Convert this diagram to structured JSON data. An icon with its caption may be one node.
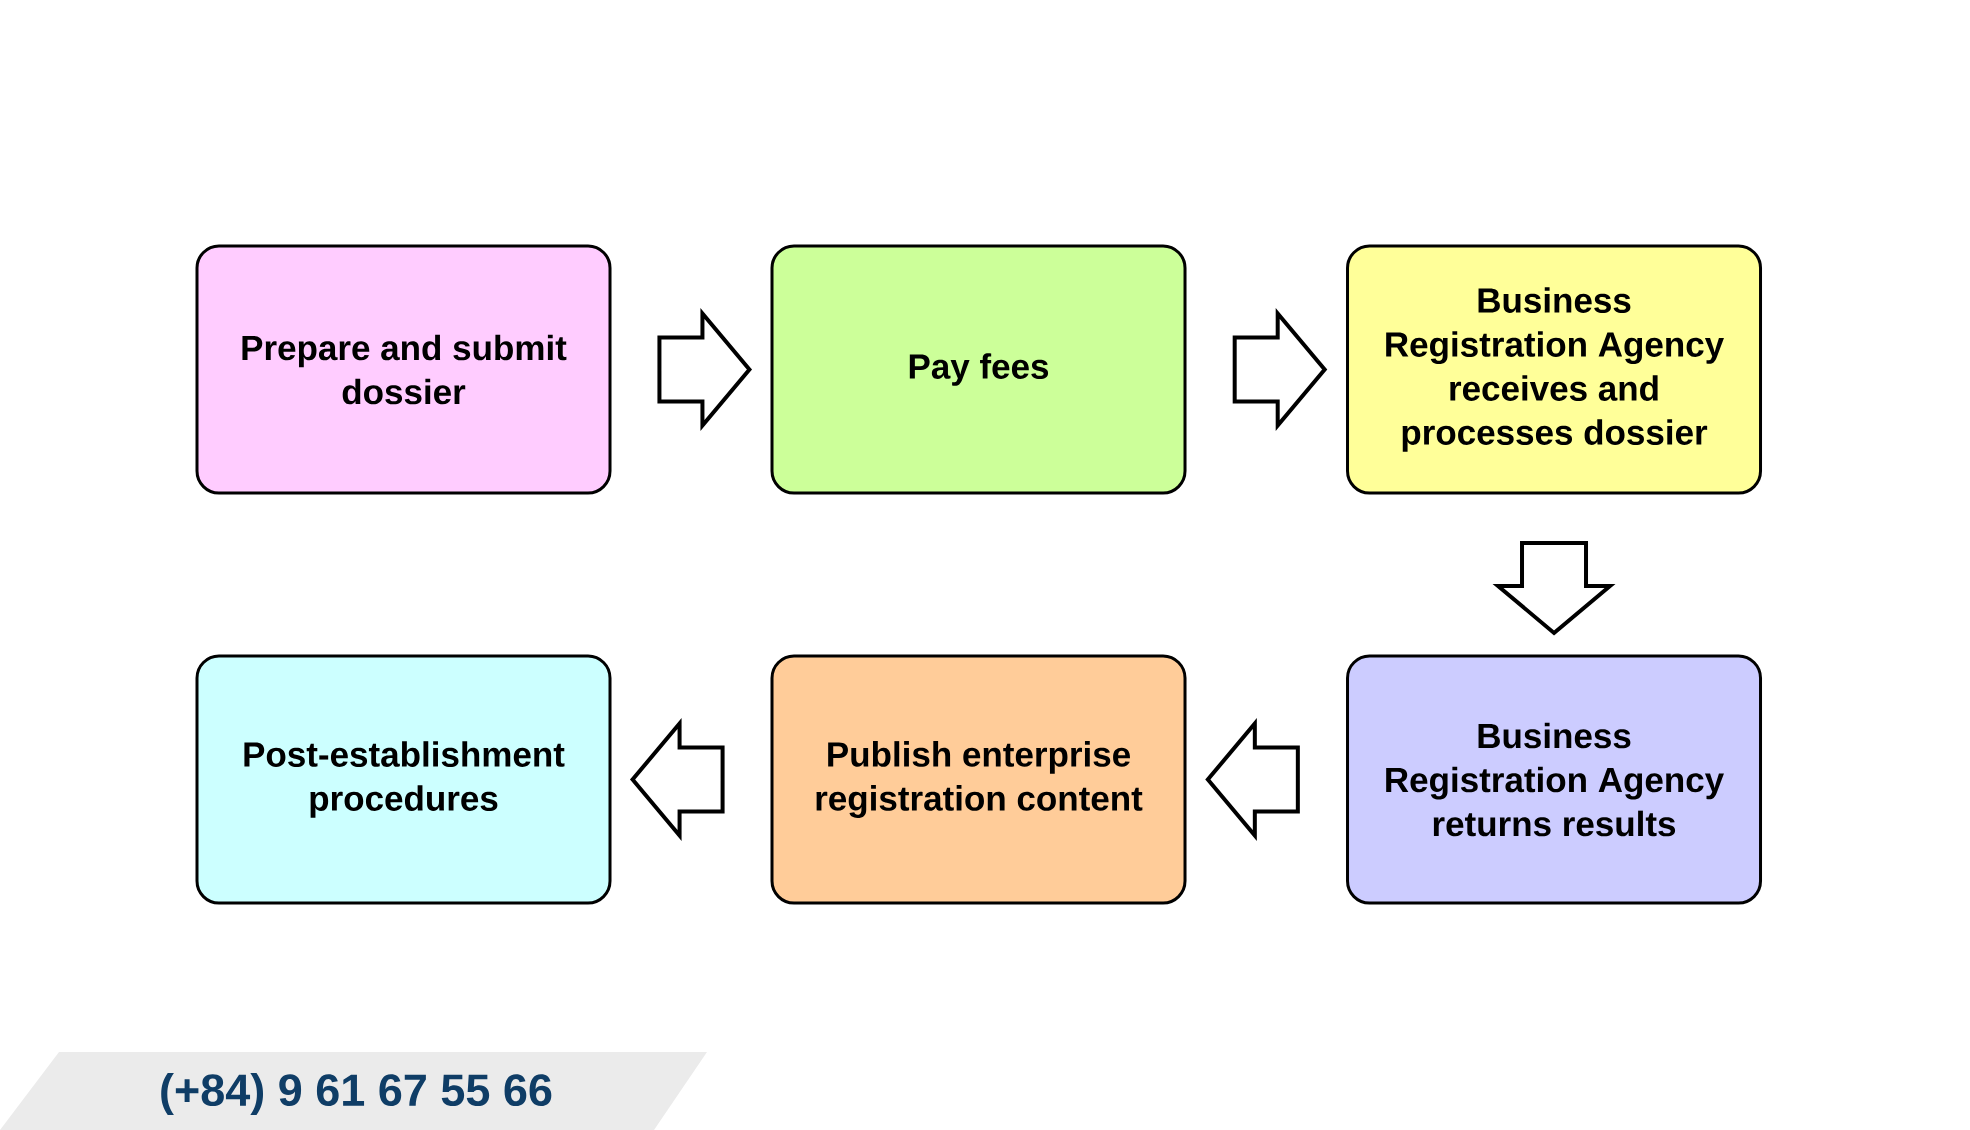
{
  "diagram": {
    "nodes": [
      {
        "text": [
          "Prepare and submit dossier"
        ]
      },
      {
        "text": [
          "Pay fees"
        ]
      },
      {
        "text": [
          "Business Registration Agency receives and processes dossier"
        ]
      },
      {
        "text": [
          "Business Registration Agency returns results"
        ]
      },
      {
        "text": [
          "Publish enterprise registration content"
        ]
      },
      {
        "text": [
          "Post-establishment procedures"
        ]
      }
    ],
    "edges": [
      {
        "from": 0,
        "to": 1,
        "arrow": "to"
      },
      {
        "from": 1,
        "to": 2,
        "arrow": "to"
      },
      {
        "from": 2,
        "to": 3,
        "arrow": "to"
      },
      {
        "from": 3,
        "to": 4,
        "arrow": "to"
      },
      {
        "from": 4,
        "to": 5,
        "arrow": "to"
      }
    ],
    "labels": [
      "(+84) 9 61 67 55 66"
    ]
  }
}
